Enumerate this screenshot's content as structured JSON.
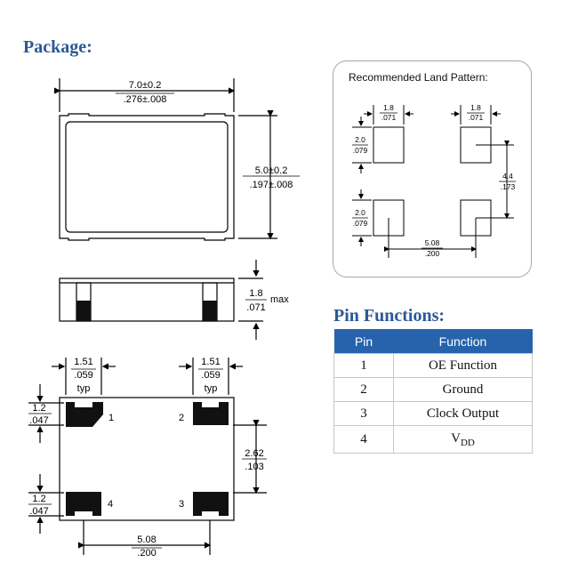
{
  "package": {
    "title": "Package:",
    "top_view": {
      "width_mm": "7.0±0.2",
      "width_in": ".276±.008",
      "height_mm": "5.0±0.2",
      "height_in": ".197±.008"
    },
    "side_view": {
      "thick_mm": "1.8",
      "thick_in": ".071",
      "thick_suffix": "max"
    },
    "bottom_view": {
      "pad_w_left_mm": "1.51",
      "pad_w_left_in": ".059",
      "pad_w_left_typ": "typ",
      "pad_w_right_mm": "1.51",
      "pad_w_right_in": ".059",
      "pad_w_right_typ": "typ",
      "pad_h_top_mm": "1.2",
      "pad_h_top_in": ".047",
      "pad_h_bot_mm": "1.2",
      "pad_h_bot_in": ".047",
      "gap_mm": "2.62",
      "gap_in": ".103",
      "pitch_mm": "5.08",
      "pitch_in": ".200",
      "pin_labels": [
        "1",
        "2",
        "3",
        "4"
      ]
    }
  },
  "land_pattern": {
    "title": "Recommended Land Pattern:",
    "pad_w1_mm": "1.8",
    "pad_w1_in": ".071",
    "pad_w2_mm": "1.8",
    "pad_w2_in": ".071",
    "pad_h1_mm": "2.0",
    "pad_h1_in": ".079",
    "pad_h2_mm": "2.0",
    "pad_h2_in": ".079",
    "vert_mm": "4.4",
    "vert_in": ".173",
    "horiz_mm": "5.08",
    "horiz_in": ".200"
  },
  "pin_functions": {
    "title": "Pin Functions:",
    "headers": [
      "Pin",
      "Function"
    ],
    "rows": [
      {
        "pin": "1",
        "function": "OE Function"
      },
      {
        "pin": "2",
        "function": "Ground"
      },
      {
        "pin": "3",
        "function": "Clock Output"
      },
      {
        "pin": "4",
        "function": "V",
        "sub": "DD"
      }
    ]
  },
  "colors": {
    "title_blue": "#2c5896",
    "header_blue": "#2763ad",
    "pad_black": "#111111"
  }
}
